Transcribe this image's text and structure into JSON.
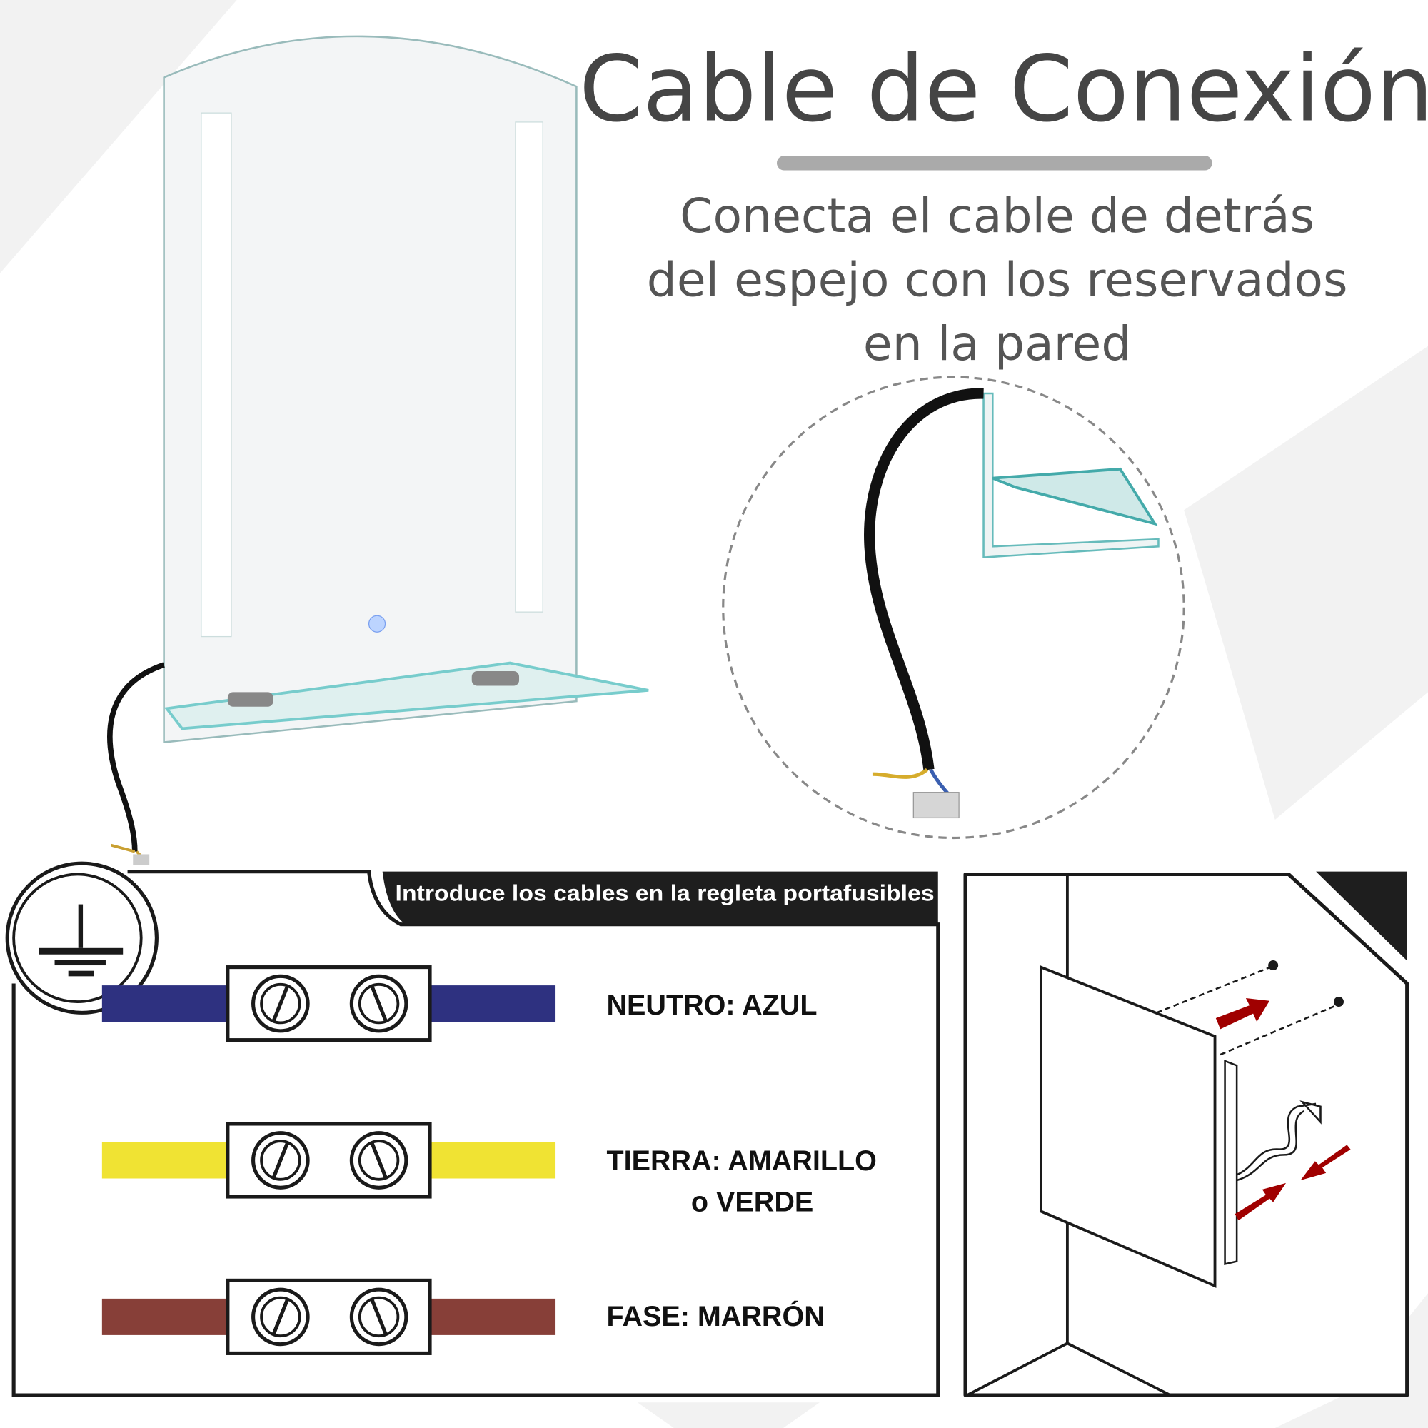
{
  "header": {
    "title": "Cable de Conexión",
    "subtitle_lines": [
      "Conecta el cable de detrás",
      "del espejo con los reservados",
      "en la pared"
    ]
  },
  "wiring_panel": {
    "banner": "Introduce los cables en la regleta portafusibles",
    "wires": [
      {
        "label": "NEUTRO: AZUL",
        "color": "#2e3180"
      },
      {
        "label_line1": "TIERRA: AMARILLO",
        "label_line2": "o VERDE",
        "color": "#f0e333"
      },
      {
        "label": "FASE: MARRÓN",
        "color": "#873f38"
      }
    ]
  },
  "colors": {
    "arrow": "#a00000",
    "outline": "#1a1a1a",
    "accent_bar": "#aaaaaa"
  }
}
